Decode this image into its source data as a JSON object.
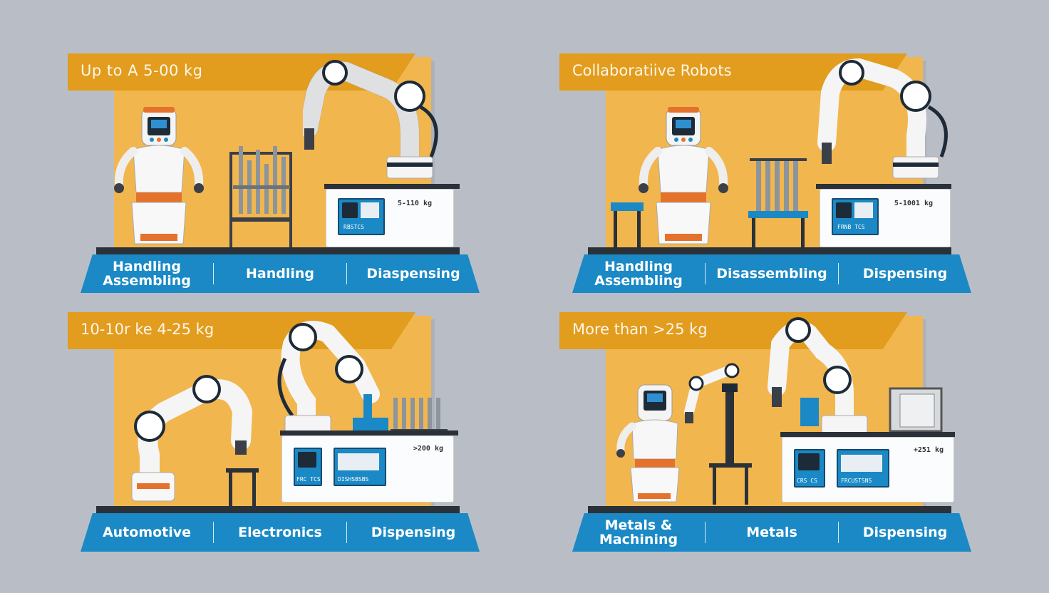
{
  "panels": [
    {
      "title": "Up to A 5-00 kg",
      "machine_label": "5-110 kg",
      "screen_label": "RBSTCS",
      "categories": [
        "Handling\nAssembling",
        "Handling",
        "Diaspensing"
      ]
    },
    {
      "title": "Collaboratiive Robots",
      "machine_label": "5-1001 kg",
      "screen_label": "FRNB TCS",
      "categories": [
        "Handling\nAssembling",
        "Disassembling",
        "Dispensing"
      ]
    },
    {
      "title": "10-10r ke 4-25 kg",
      "machine_label": ">200 kg",
      "screen_label": "FRC TCS",
      "screen_label2": "DISHSBSBS",
      "categories": [
        "Automotive",
        "Electronics",
        "Dispensing"
      ]
    },
    {
      "title": "More than >25 kg",
      "machine_label": "+251 kg",
      "screen_label": "CRS CS",
      "screen_label2": "FRCUSTSNS",
      "categories": [
        "Metals &\nMachining",
        "Metals",
        "Dispensing"
      ]
    }
  ],
  "colors": {
    "background": "#b9bec6",
    "card": "#f2b64e",
    "title_banner": "#e29c1e",
    "ribbon": "#1a89c6",
    "robot_accent": "#e5722b"
  },
  "icons": [
    "humanoid-robot-icon",
    "robot-arm-icon",
    "workbench-icon",
    "control-panel-icon"
  ]
}
